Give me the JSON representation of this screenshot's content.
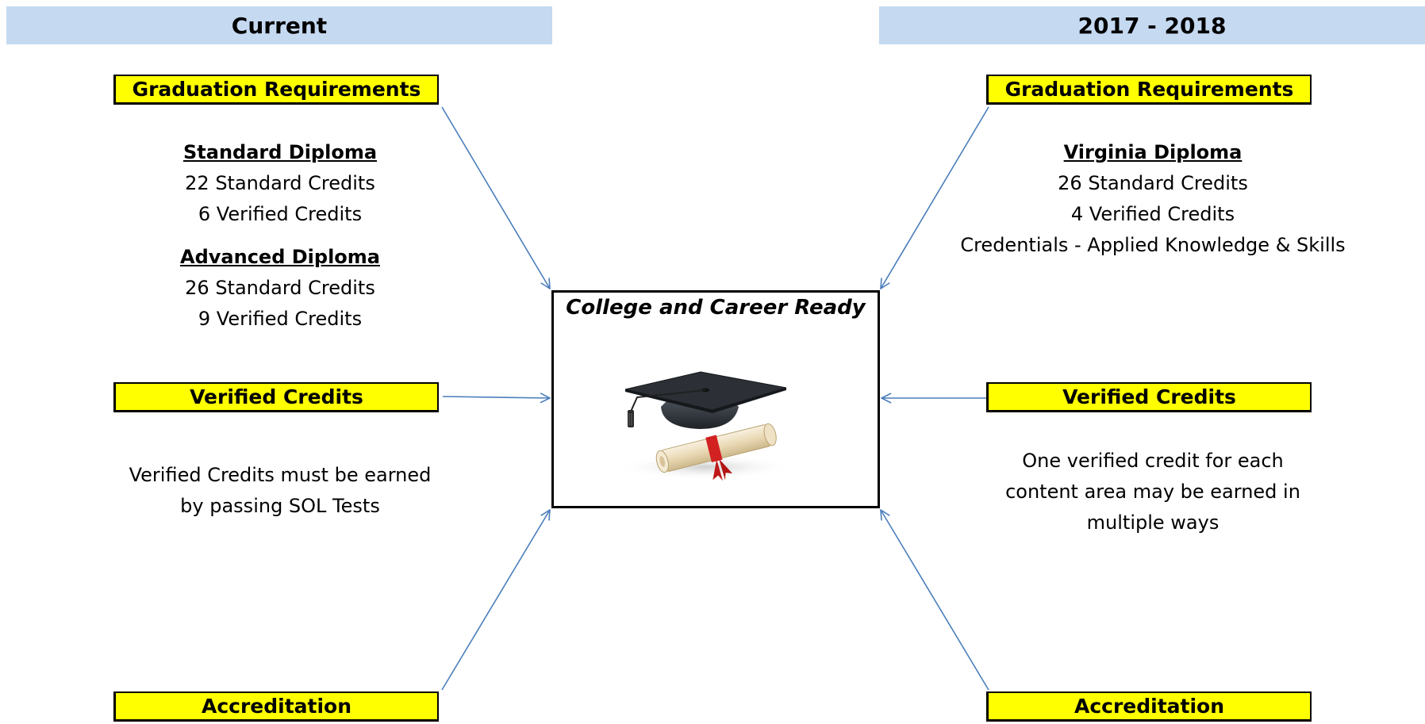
{
  "headers": {
    "left": "Current",
    "right": "2017 - 2018"
  },
  "left": {
    "graduation_label": "Graduation Requirements",
    "standard_title": "Standard Diploma",
    "standard_line1": "22 Standard Credits",
    "standard_line2": "6 Verified Credits",
    "advanced_title": "Advanced Diploma",
    "advanced_line1": "26 Standard Credits",
    "advanced_line2": "9 Verified Credits",
    "verified_label": "Verified Credits",
    "verified_line1": "Verified Credits must be earned",
    "verified_line2": "by passing SOL Tests",
    "accreditation_label": "Accreditation"
  },
  "right": {
    "graduation_label": "Graduation Requirements",
    "diploma_title": "Virginia Diploma",
    "diploma_line1": "26 Standard Credits",
    "diploma_line2": "4 Verified Credits",
    "diploma_line3": "Credentials - Applied Knowledge & Skills",
    "verified_label": "Verified Credits",
    "verified_line1": "One verified credit for each",
    "verified_line2": "content area may be earned in",
    "verified_line3": "multiple ways",
    "accreditation_label": "Accreditation"
  },
  "center": {
    "title": "College and Career Ready",
    "image": "graduation-cap-and-diploma-icon"
  },
  "colors": {
    "header_bg": "#c5d9f1",
    "label_bg": "#ffff00",
    "arrow": "#4a7ebb"
  }
}
